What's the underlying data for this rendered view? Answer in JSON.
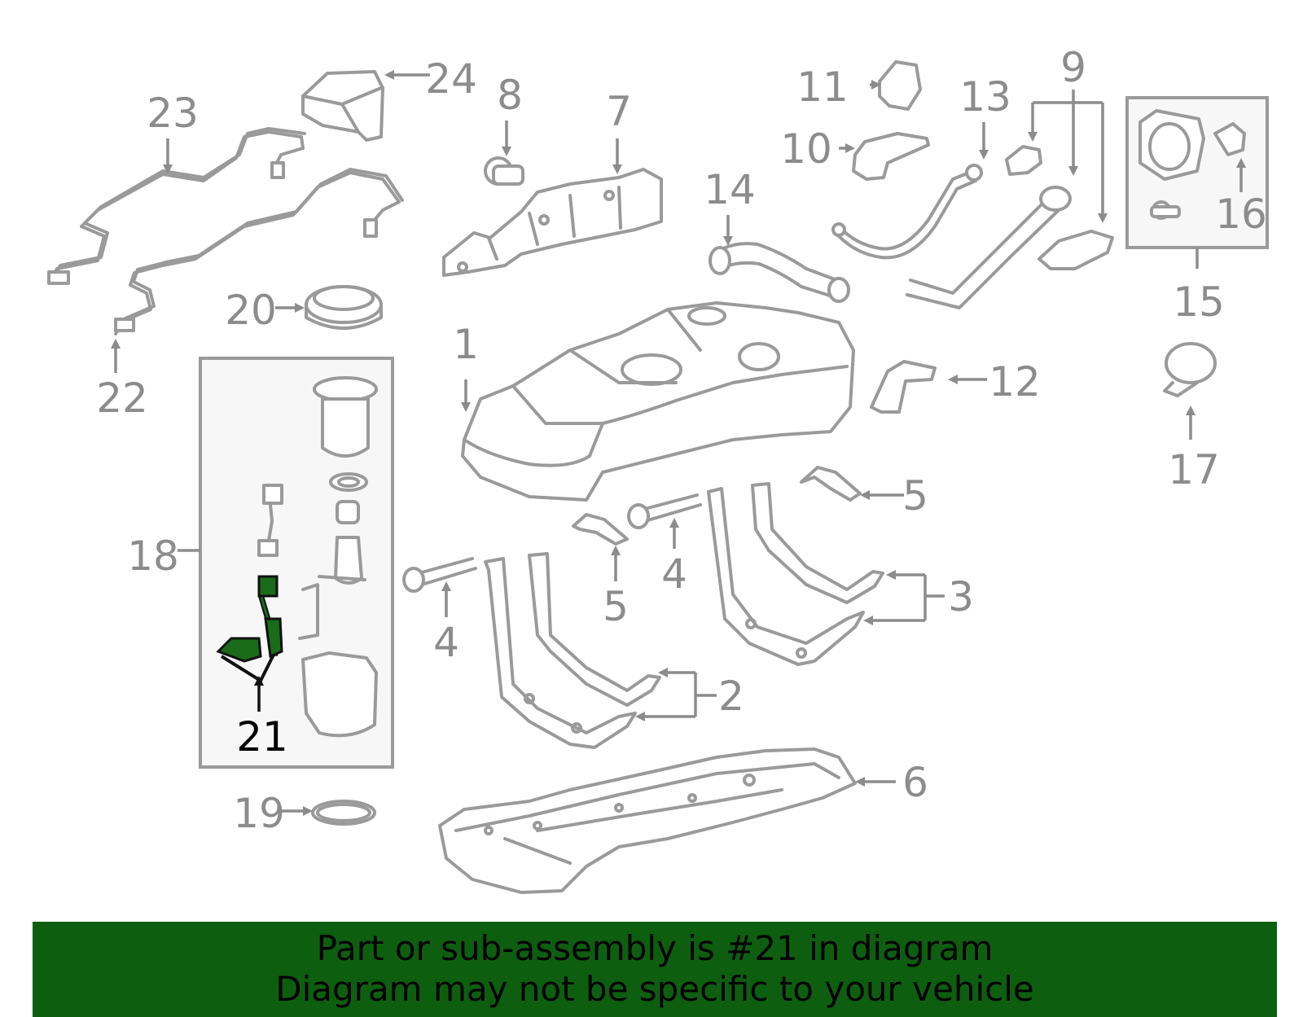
{
  "highlight_color": "#1a6b1a",
  "banner_color": "#0e5e10",
  "callouts": {
    "c1": "1",
    "c2": "2",
    "c3": "3",
    "c4a": "4",
    "c4b": "4",
    "c5a": "5",
    "c5b": "5",
    "c6": "6",
    "c7": "7",
    "c8": "8",
    "c9": "9",
    "c10": "10",
    "c11": "11",
    "c12": "12",
    "c13": "13",
    "c14": "14",
    "c15": "15",
    "c16": "16",
    "c17": "17",
    "c18": "18",
    "c19": "19",
    "c20": "20",
    "c21": "21",
    "c22": "22",
    "c23": "23",
    "c24": "24"
  },
  "banner": {
    "line1": "Part or sub-assembly is #21 in diagram",
    "line2": "Diagram may not be specific to your vehicle"
  }
}
